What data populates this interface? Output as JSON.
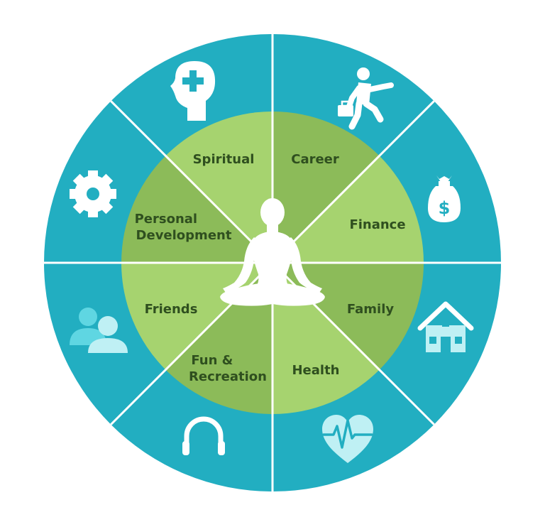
{
  "colors": {
    "outer_ring": "#22aec1",
    "divider": "#ffffff",
    "inner_light": "#a6d36f",
    "inner_dark": "#8cbb59",
    "label_text": "#2f4f1f",
    "icon": "#ffffff",
    "icon_accent": "#bff0f4",
    "figure": "#ffffff"
  },
  "center": {
    "icon": "meditation-figure-icon"
  },
  "segments": [
    {
      "label_lines": [
        "Career"
      ],
      "icon": "running-with-briefcase-icon"
    },
    {
      "label_lines": [
        "Finance"
      ],
      "icon": "money-bag-icon"
    },
    {
      "label_lines": [
        "Family"
      ],
      "icon": "house-icon"
    },
    {
      "label_lines": [
        "Health"
      ],
      "icon": "heartbeat-icon"
    },
    {
      "label_lines": [
        "Fun &",
        "Recreation"
      ],
      "icon": "headphones-icon"
    },
    {
      "label_lines": [
        "Friends"
      ],
      "icon": "people-icon"
    },
    {
      "label_lines": [
        "Personal",
        "Development"
      ],
      "icon": "gear-icon"
    },
    {
      "label_lines": [
        "Spiritual"
      ],
      "icon": "head-with-cross-icon"
    }
  ]
}
